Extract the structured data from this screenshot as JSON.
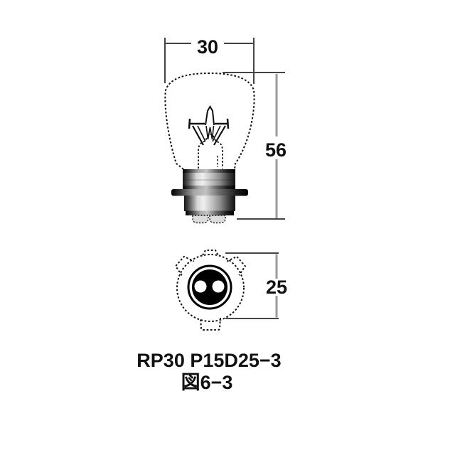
{
  "diagram": {
    "part_number": "RP30 P15D25−3",
    "figure_label": "図6−3",
    "dimensions": {
      "bulb_width_mm": "30",
      "overall_height_mm": "56",
      "base_diameter_mm": "25"
    },
    "colors": {
      "outline": "#111111",
      "extension_line": "#444444",
      "dimension_line": "#9b9b9b",
      "text": "#111111",
      "background": "#ffffff",
      "base_contact_fill": "#000000",
      "contact_hole_fill": "#ffffff"
    }
  }
}
